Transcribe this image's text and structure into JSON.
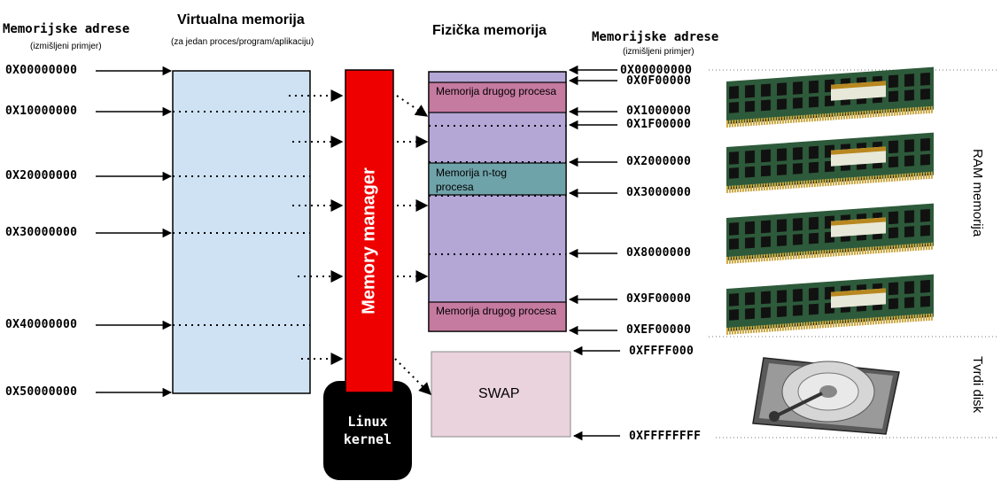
{
  "headers": {
    "left_addresses_title": "Memorijske adrese",
    "left_addresses_subtitle": "(izmišljeni primjer)",
    "virtual_title": "Virtualna memorija",
    "virtual_subtitle": "(za jedan proces/program/aplikaciju)",
    "physical_title": "Fizička memorija",
    "right_addresses_title": "Memorijske adrese",
    "right_addresses_subtitle": "(izmišljeni primjer)"
  },
  "virtual_addresses": [
    "0X00000000",
    "0X10000000",
    "0X20000000",
    "0X30000000",
    "0X40000000",
    "0X50000000"
  ],
  "memory_manager": {
    "label": "Memory manager",
    "color": "#ee0000"
  },
  "kernel": {
    "line1": "Linux",
    "line2": "kernel"
  },
  "physical_regions": [
    {
      "label": "Memorija drugog procesa",
      "color": "#c57aa0"
    },
    {
      "label": "Memorija n-tog procesa",
      "color": "#6fa3aa"
    },
    {
      "label": "Memorija drugog procesa",
      "color": "#c57aa0"
    }
  ],
  "physical_addresses": [
    "0X00000000",
    "0X0F00000",
    "0X1000000",
    "0X1F00000",
    "0X2000000",
    "0X3000000",
    "0X8000000",
    "0X9F00000",
    "0XEF00000",
    "0XFFFF000",
    "0XFFFFFFFF"
  ],
  "swap": {
    "label": "SWAP",
    "color": "#ead3dd"
  },
  "side_labels": {
    "ram": "RAM memorija",
    "disk": "Tvrdi disk"
  },
  "colors": {
    "virtual_memory": "#cfe2f3",
    "physical_memory": "#b4a7d6"
  }
}
